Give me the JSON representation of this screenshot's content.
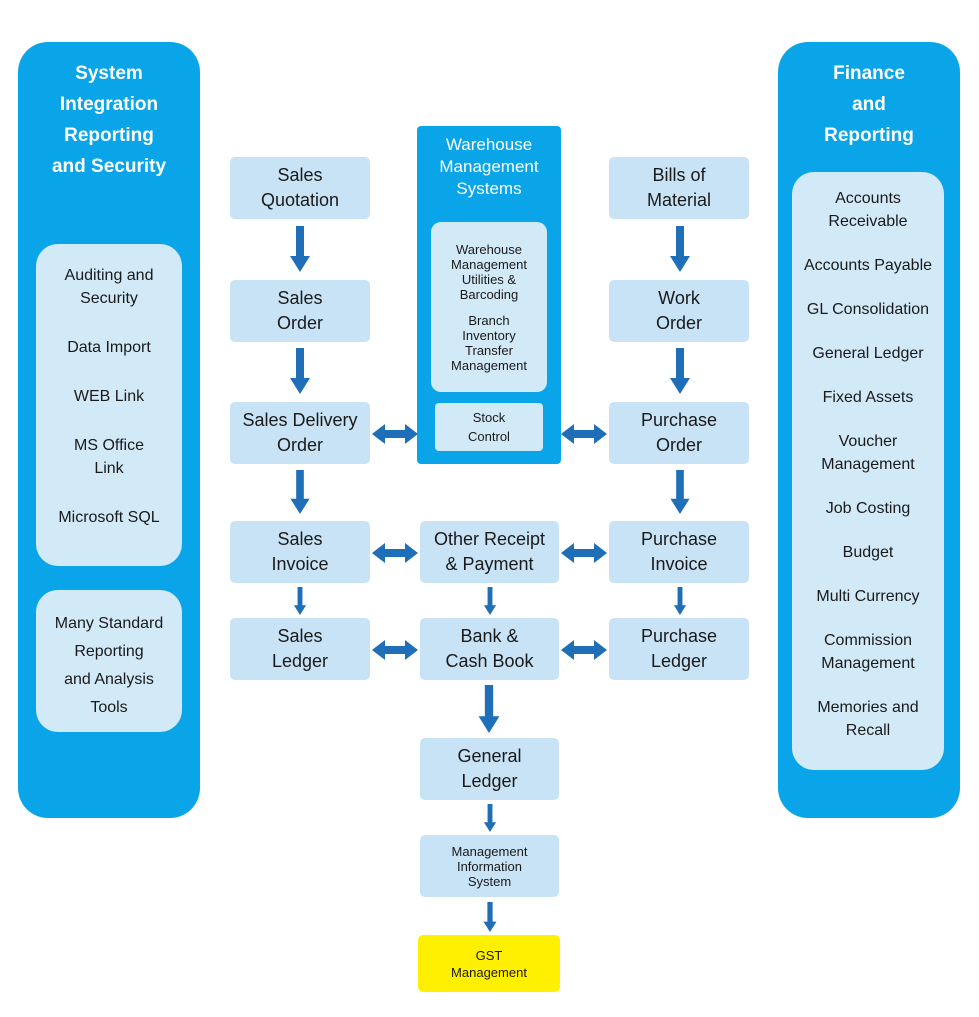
{
  "left_panel": {
    "title": [
      "System",
      "Integration",
      "Reporting",
      "and Security"
    ],
    "group1": [
      "Auditing and",
      "Security",
      "Data Import",
      "WEB Link",
      "MS Office",
      "Link",
      "Microsoft SQL"
    ],
    "group2": [
      "Many Standard",
      "Reporting",
      "and Analysis",
      "Tools"
    ]
  },
  "right_panel": {
    "title": [
      "Finance",
      "and",
      "Reporting"
    ],
    "items": [
      "Accounts",
      "Receivable",
      "Accounts Payable",
      "GL Consolidation",
      "General Ledger",
      "Fixed Assets",
      "Voucher",
      "Management",
      "Job Costing",
      "Budget",
      "Multi Currency",
      "Commission",
      "Management",
      "Memories and",
      "Recall"
    ]
  },
  "warehouse": {
    "title": [
      "Warehouse",
      "Management",
      "Systems"
    ],
    "modules": [
      "Warehouse",
      "Management",
      "Utilities &",
      "Barcoding",
      "Branch",
      "Inventory",
      "Transfer",
      "Management"
    ],
    "stock": [
      "Stock",
      "Control"
    ]
  },
  "sales": {
    "quotation": [
      "Sales",
      "Quotation"
    ],
    "order": [
      "Sales",
      "Order"
    ],
    "delivery": [
      "Sales Delivery",
      "Order"
    ],
    "invoice": [
      "Sales",
      "Invoice"
    ],
    "ledger": [
      "Sales",
      "Ledger"
    ]
  },
  "center": {
    "receipt": [
      "Other Receipt",
      "& Payment"
    ],
    "bank": [
      "Bank &",
      "Cash Book"
    ],
    "general_ledger": [
      "General",
      "Ledger"
    ],
    "mis": [
      "Management",
      "Information",
      "System"
    ],
    "gst": [
      "GST",
      "Management"
    ]
  },
  "purchase": {
    "bom": [
      "Bills of",
      "Material"
    ],
    "work_order": [
      "Work",
      "Order"
    ],
    "order": [
      "Purchase",
      "Order"
    ],
    "invoice": [
      "Purchase",
      "Invoice"
    ],
    "ledger": [
      "Purchase",
      "Ledger"
    ]
  },
  "colors": {
    "panel": "#0aa5e8",
    "box": "#c8e3f6",
    "arrow": "#1f6fb8",
    "gst": "#fff000"
  }
}
